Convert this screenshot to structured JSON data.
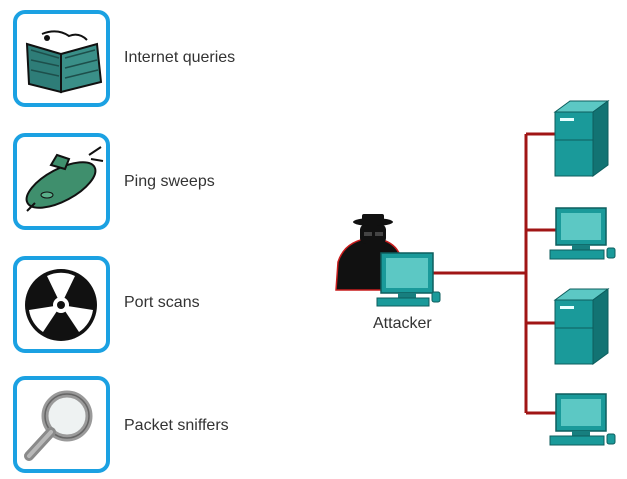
{
  "tools": [
    {
      "label": "Internet queries",
      "icon": "book-icon"
    },
    {
      "label": "Ping sweeps",
      "icon": "submarine-icon"
    },
    {
      "label": "Port scans",
      "icon": "radiation-icon"
    },
    {
      "label": "Packet sniffers",
      "icon": "magnifier-icon"
    }
  ],
  "attacker_label": "Attacker",
  "colors": {
    "box_border": "#1ba1e2",
    "device_teal": "#1a9a9a",
    "link_red": "#a01515"
  }
}
